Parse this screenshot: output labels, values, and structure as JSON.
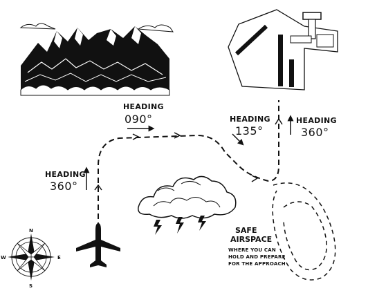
{
  "diagram": {
    "headings": [
      {
        "id": "left",
        "label": "HEADING",
        "value": "360°"
      },
      {
        "id": "top",
        "label": "HEADING",
        "value": "090°"
      },
      {
        "id": "mid",
        "label": "HEADING",
        "value": "135°"
      },
      {
        "id": "right",
        "label": "HEADING",
        "value": "360°"
      }
    ],
    "safe_airspace": {
      "title_line1": "SAFE",
      "title_line2": "AIRSPACE",
      "desc_line1": "WHERE YOU CAN",
      "desc_line2": "HOLD AND PREPARE",
      "desc_line3": "FOR THE APPROACH"
    },
    "compass": {
      "north": "N",
      "south": "S",
      "east": "E",
      "west": "W"
    },
    "colors": {
      "ink": "#111111",
      "paper": "#ffffff"
    }
  }
}
